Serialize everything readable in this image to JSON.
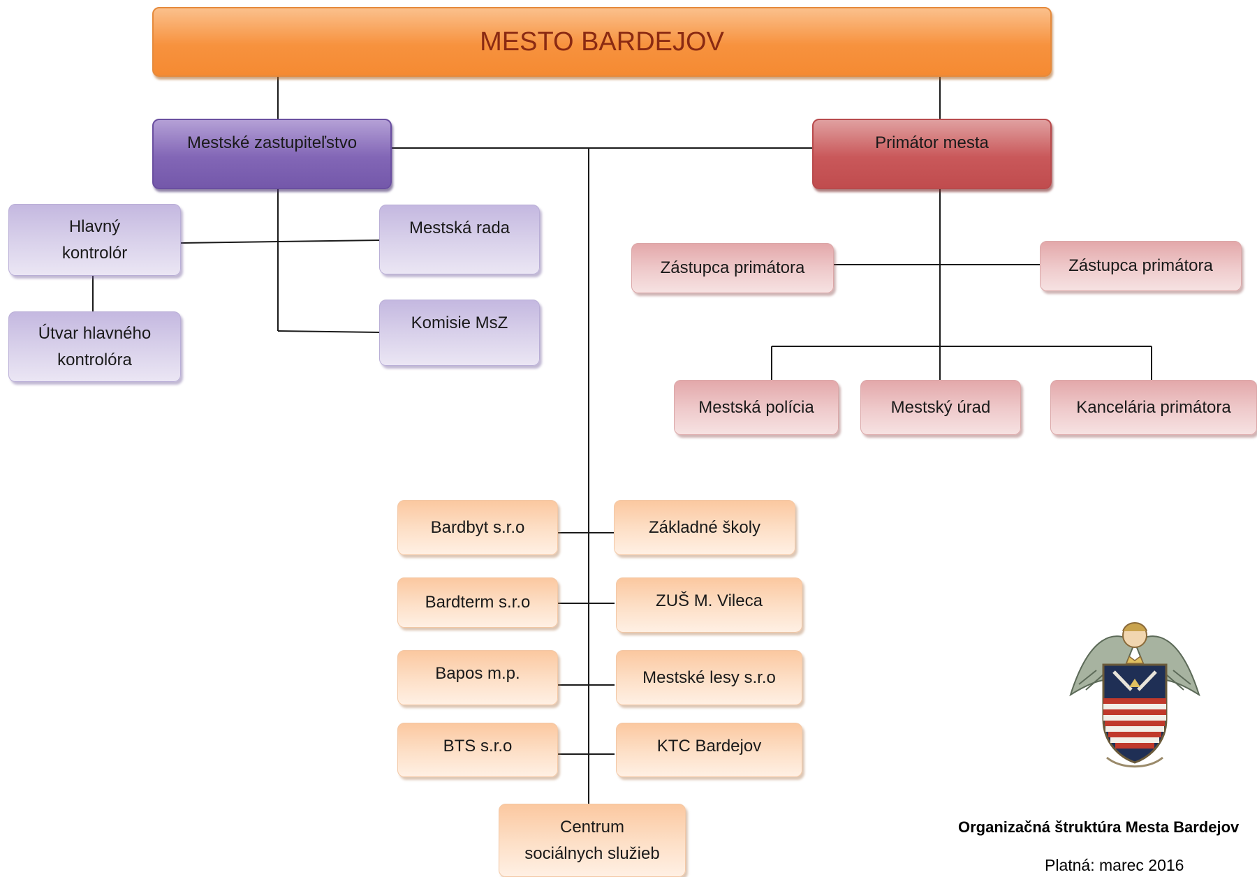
{
  "diagram": {
    "root": "MESTO BARDEJOV",
    "council": "Mestské zastupiteľstvo",
    "mayor": "Primátor mesta",
    "chief_controller": "Hlavný kontrolór",
    "controller_office": "Útvar hlavného kontrolóra",
    "city_board": "Mestská rada",
    "commissions": "Komisie MsZ",
    "deputy_left": "Zástupca primátora",
    "deputy_right": "Zástupca primátora",
    "city_police": "Mestská polícia",
    "city_office": "Mestský úrad",
    "mayor_office": "Kancelária primátora",
    "org_bardbyt": "Bardbyt  s.r.o",
    "org_bardterm": "Bardterm s.r.o",
    "org_bapos": "Bapos  m.p.",
    "org_bts": "BTS  s.r.o",
    "org_schools": "Základné školy",
    "org_zus": "ZUŠ M. Vileca",
    "org_forests": "Mestské lesy s.r.o",
    "org_ktc": "KTC Bardejov",
    "org_social": "Centrum sociálnych služieb"
  },
  "caption": {
    "title": "Organizačná štruktúra Mesta Bardejov",
    "valid": "Platná: marec 2016"
  },
  "emblem_icon": "bardejov-coat-of-arms-icon"
}
